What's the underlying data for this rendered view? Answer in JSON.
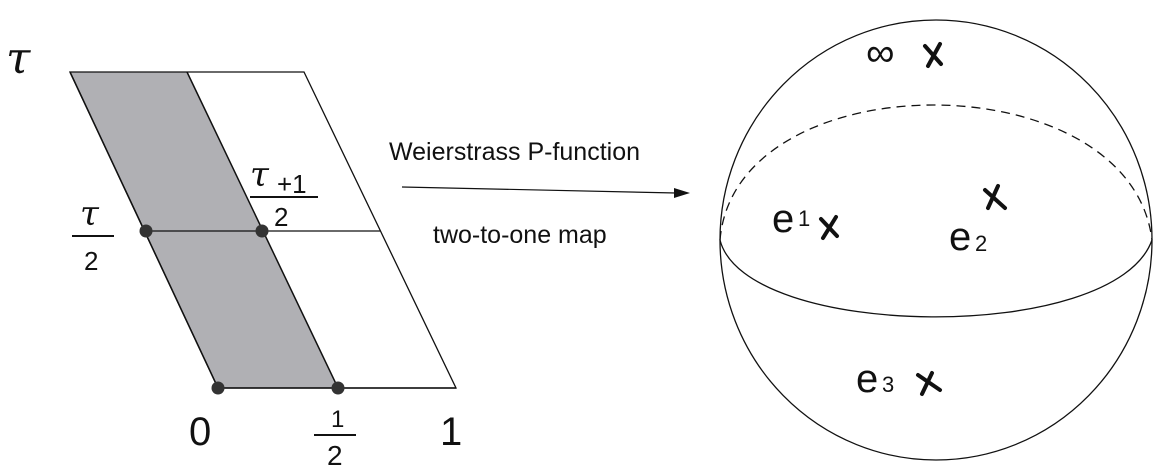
{
  "left_panel": {
    "corner_label": "τ",
    "half_tau_num": "τ",
    "half_tau_den": "2",
    "tau_plus_one_num": "τ",
    "tau_plus_one_sub": "+1",
    "tau_plus_one_den": "2",
    "origin_label": "0",
    "half_num": "1",
    "half_den": "2",
    "one_label": "1",
    "shaded_region_color": "#b0b0b4"
  },
  "arrow": {
    "top_label": "Weierstrass P-function",
    "bottom_label": "two-to-one map"
  },
  "sphere": {
    "infinity_label": "∞",
    "e1_base": "e",
    "e1_sub": "1",
    "e2_base": "e",
    "e2_sub": "2",
    "e3_base": "e",
    "e3_sub": "3"
  }
}
